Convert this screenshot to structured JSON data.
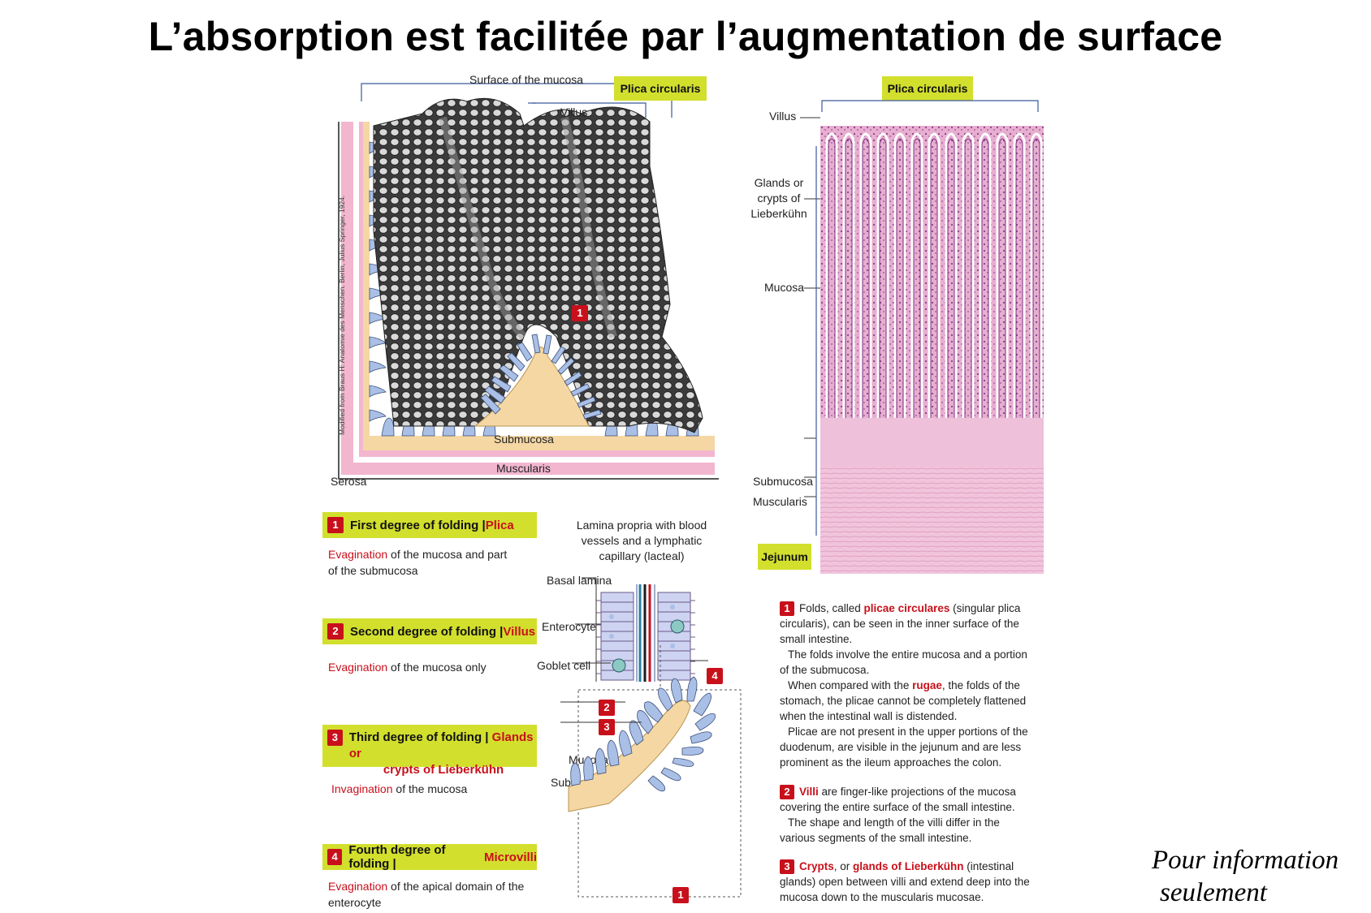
{
  "title": "L’absorption est facilitée par l’augmentation de surface",
  "note": {
    "line1": "Pour information",
    "line2": "seulement"
  },
  "left_diagram": {
    "surface_label": "Surface of the mucosa",
    "plica_box": "Plica circularis",
    "villus": "Villus",
    "submucosa": "Submucosa",
    "muscularis": "Muscularis",
    "serosa": "Serosa",
    "badge": "1",
    "credit": "Modified from Braus H: Anatomie des Menschen. Berlin, Julius Springer, 1924."
  },
  "histology": {
    "plica_box": "Plica circularis",
    "villus": "Villus",
    "glands_l1": "Glands or",
    "glands_l2": "crypts of",
    "glands_l3": "Lieberkühn",
    "mucosa": "Mucosa",
    "submucosa": "Submucosa",
    "muscularis": "Muscularis",
    "jejunum": "Jejunum"
  },
  "folds": [
    {
      "num": "1",
      "title": "First degree of folding | ",
      "title_red": "Plica",
      "desc_red": "Evagination",
      "desc": " of the mucosa and part",
      "desc2": "of the submucosa"
    },
    {
      "num": "2",
      "title": "Second degree of folding | ",
      "title_red": "Villus",
      "desc_red": "Evagination",
      "desc": " of the mucosa only",
      "desc2": ""
    },
    {
      "num": "3",
      "title": "Third degree of folding | ",
      "title_red": "Glands or",
      "title_red2": "crypts  of Lieberkühn",
      "desc_red": "Invagination",
      "desc": " of the mucosa",
      "desc2": ""
    },
    {
      "num": "4",
      "title": "Fourth degree of folding | ",
      "title_red": "Microvilli",
      "desc_red": "Evagination",
      "desc": " of the apical domain of the",
      "desc2": "enterocyte"
    }
  ],
  "center_diagram": {
    "lamina_l1": "Lamina propria with blood",
    "lamina_l2": "vessels and a lymphatic",
    "lamina_l3": "capillary (lacteal)",
    "basal_lamina": "Basal lamina",
    "enterocyte": "Enterocyte",
    "goblet_cell": "Goblet cell",
    "mucosa": "Mucosa",
    "submucosa": "Submucosa",
    "badges": [
      "4",
      "2",
      "3",
      "1"
    ]
  },
  "text": {
    "p1_num": "1",
    "p1_a": "Folds, called ",
    "p1_red": "plicae circulares",
    "p1_b": " (singular plica circularis), can be seen in the inner surface of the small intestine.",
    "p1_c": "The folds involve the entire mucosa and a portion of the submucosa.",
    "p1_d1": "When compared with the ",
    "p1_d_red": "rugae",
    "p1_d2": ", the folds of the stomach, the plicae cannot be completely flattened when the intestinal wall is distended.",
    "p1_e": "Plicae are not present in the upper portions of the duodenum, are visible in the jejunum and are less prominent as the ileum approaches the colon.",
    "p2_num": "2",
    "p2_red": "Villi",
    "p2_a": " are finger-like projections of the mucosa covering the entire surface of the small intestine.",
    "p2_b": "The shape and length of the villi differ in the various segments of the small intestine.",
    "p3_num": "3",
    "p3_red": "Crypts",
    "p3_a": ", or ",
    "p3_red2": "glands of Lieberkühn",
    "p3_b": " (intestinal glands) open between villi and extend deep into the mucosa down to the muscularis mucosae."
  },
  "colors": {
    "yellow_box": "#d2df2d",
    "red": "#c8101b",
    "histology_pink": "#e4a6c8",
    "submucosa_tan": "#f5d7a4",
    "muscularis_pink": "#f2b6cf",
    "villus_blue": "#a9bfe6"
  }
}
